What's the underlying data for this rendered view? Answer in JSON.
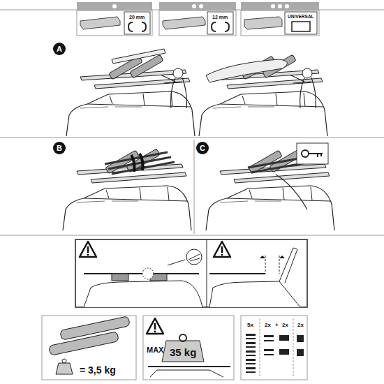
{
  "diagram": {
    "nodes": [
      {
        "text": [
          "A"
        ]
      },
      {
        "text": [
          "B"
        ]
      },
      {
        "text": [
          "C"
        ]
      }
    ],
    "labels": [
      "20 mm",
      "12 mm",
      "UNIVERSAL",
      "= 3,5 kg",
      "MAX",
      "35 kg",
      "5x",
      "2x",
      "+",
      "2x",
      "2x"
    ]
  }
}
